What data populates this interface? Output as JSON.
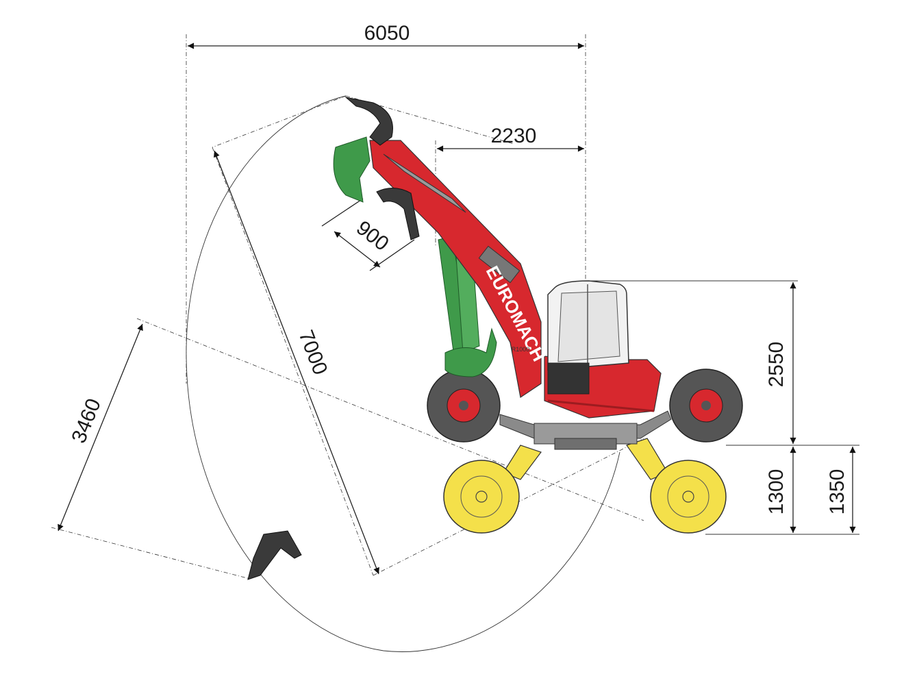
{
  "brand": "EUROMACH",
  "model": "R1000",
  "dimensions": {
    "overall_reach_width": "6050",
    "front_to_cab": "2230",
    "attachment_width": "900",
    "max_reach": "7000",
    "dig_depth": "3460",
    "cab_height": "2550",
    "lower_leg_1": "1300",
    "lower_leg_2": "1350"
  },
  "colors": {
    "body": "#d7282e",
    "body_dark": "#9c1c20",
    "arm_green": "#3f9a4a",
    "leg_yellow": "#f4e04a",
    "tire": "#555555",
    "frame": "#8a8a8a",
    "bucket_dark": "#3a3a3a"
  }
}
